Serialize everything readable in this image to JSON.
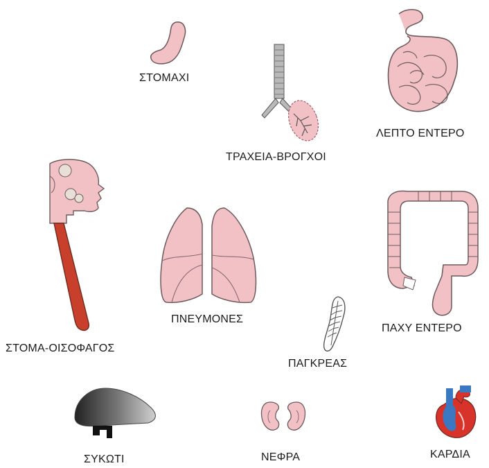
{
  "labels": {
    "stomach": "ΣΤΟΜΑΧΙ",
    "trachea_bronchi": "ΤΡΑΧΕΙΑ-ΒΡΟΓΧΟΙ",
    "small_intestine": "ΛΕΠΤΟ ΕΝΤΕΡΟ",
    "mouth_esophagus": "ΣΤΟΜΑ-ΟΙΣΟΦΑΓΟΣ",
    "lungs": "ΠΝΕΥΜΟΝΕΣ",
    "large_intestine": "ΠΑΧΥ ΕΝΤΕΡΟ",
    "pancreas": "ΠΑΓΚΡΕΑΣ",
    "liver": "ΣΥΚΩΤΙ",
    "kidneys": "ΝΕΦΡΑ",
    "heart": "ΚΑΡΔΙΑ"
  },
  "colors": {
    "organ_fill": "#f2c1c6",
    "organ_stroke": "#6b5a5c",
    "esophagus": "#c8402c",
    "liver": "#555555",
    "heart_red": "#d8332b",
    "heart_blue": "#3a78c2"
  }
}
